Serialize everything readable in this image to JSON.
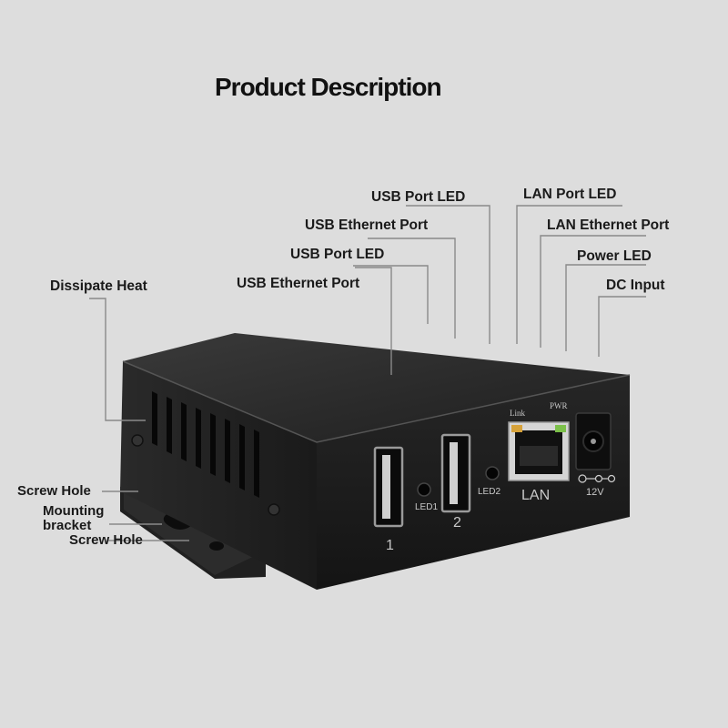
{
  "title": "Product Description",
  "callouts": {
    "usb_port_led_top": "USB Port LED",
    "usb_ethernet_port_top": "USB Ethernet Port",
    "usb_port_led_mid": "USB Port LED",
    "usb_ethernet_port_low": "USB Ethernet Port",
    "lan_port_led": "LAN Port LED",
    "lan_ethernet_port": "LAN Ethernet Port",
    "power_led": "Power LED",
    "dc_input": "DC Input",
    "dissipate_heat": "Dissipate Heat",
    "screw_hole_top": "Screw Hole",
    "mounting_bracket_1": "Mounting",
    "mounting_bracket_2": "bracket",
    "screw_hole_bottom": "Screw Hole"
  },
  "device_markings": {
    "port_1": "1",
    "port_2": "2",
    "led1": "LED1",
    "led2": "LED2",
    "link": "Link",
    "pwr": "PWR",
    "lan": "LAN",
    "voltage": "12V"
  },
  "colors": {
    "background": "#dddddd",
    "device_body": "#1c1c1c",
    "leader_line": "#8a8a8a",
    "led_green": "#7cc04a",
    "led_amber": "#d6a23a"
  }
}
